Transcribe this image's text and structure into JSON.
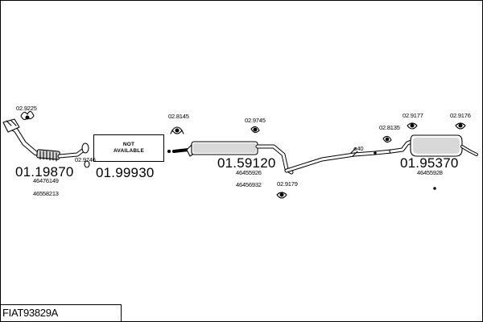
{
  "diagram_ref": "FIAT93829A",
  "not_available_label": "NOT\nAVAILABLE",
  "parts": [
    {
      "number": "01.19870",
      "oem": [
        "46476149",
        "46558213"
      ]
    },
    {
      "number": "01.99930",
      "oem": []
    },
    {
      "number": "01.59120",
      "oem": [
        "46455926",
        "46456932"
      ]
    },
    {
      "number": "01.95370",
      "oem": [
        "46455928"
      ]
    }
  ],
  "fittings": [
    "02.9225",
    "02.9746",
    "02.8145",
    "02.9745",
    "02.9179",
    "02.8135",
    "02.9177",
    "02.9176"
  ],
  "pipe_diameter": "ø40",
  "colors": {
    "line": "#000000",
    "pipe_fill": "#ffffff",
    "muffler_fill": "#d8d8d8"
  }
}
